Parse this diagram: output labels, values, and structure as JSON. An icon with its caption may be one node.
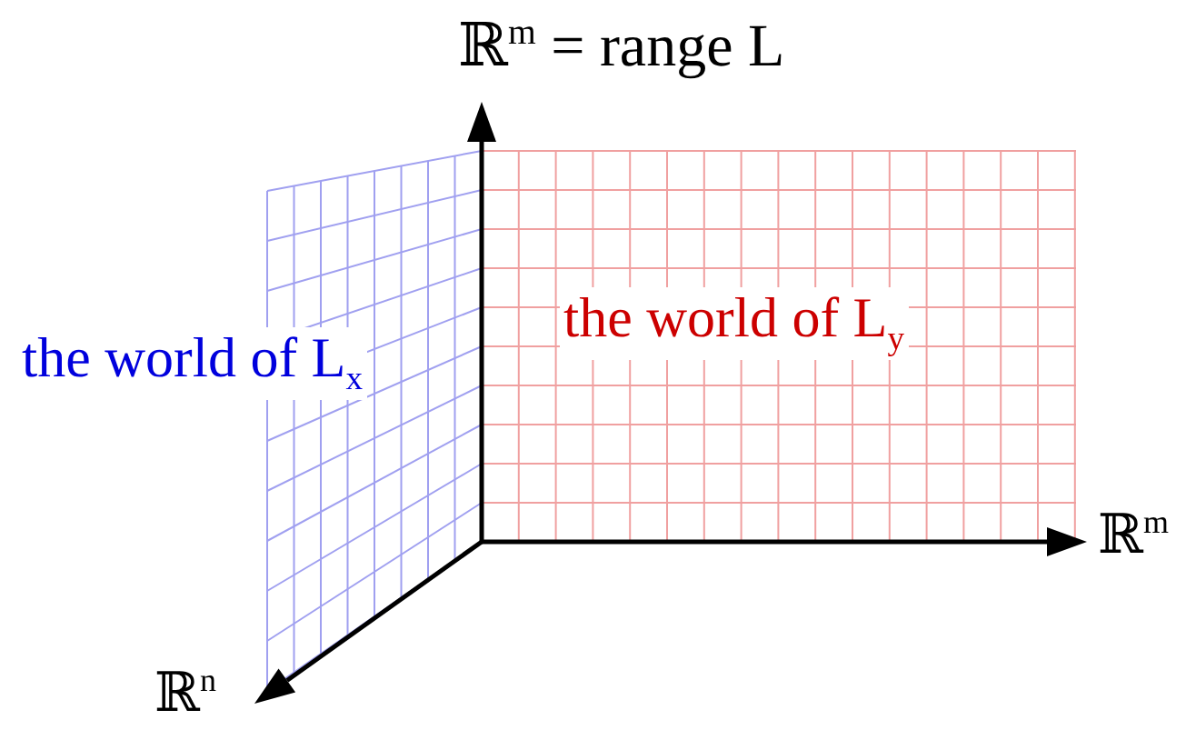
{
  "diagram": {
    "labels": [
      "ℝ$^{m}$ = range L",
      "the world of L$_{x}$",
      "the world of L$_{y}$",
      "ℝ$^{m}$",
      "ℝ$^{n}$"
    ]
  }
}
